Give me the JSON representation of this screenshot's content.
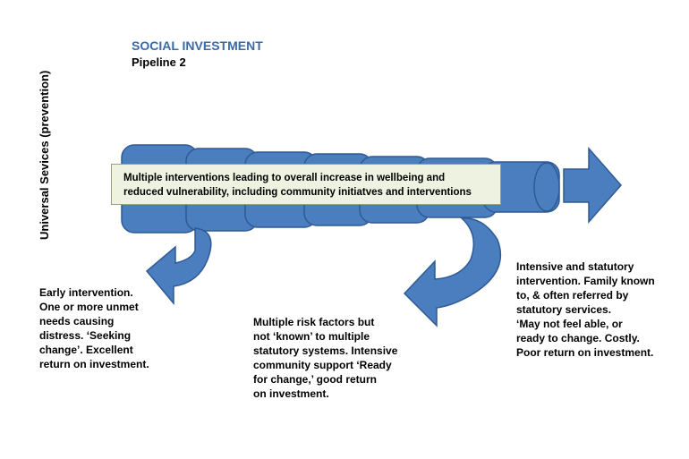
{
  "header": {
    "title": "SOCIAL INVESTMENT",
    "subtitle": "Pipeline 2"
  },
  "side_label": "Universal Sevices (prevention)",
  "pipeline": {
    "callout_lines": [
      "Multiple interventions leading to overall increase in wellbeing and",
      "reduced vulnerability, including community initiatves and interventions"
    ]
  },
  "notes": {
    "early": [
      "Early intervention.",
      "One or more unmet",
      "needs causing",
      "distress. ‘Seeking",
      "change’. Excellent",
      "return on investment."
    ],
    "risk": [
      "Multiple risk factors but",
      "not ‘known’ to multiple",
      "statutory systems. Intensive",
      "community support ‘Ready",
      "for change,’ good return",
      "on investment."
    ],
    "intensive": [
      "Intensive and statutory",
      "intervention. Family known",
      "to, & often referred by",
      "statutory services.",
      "‘May not feel able, or",
      "ready to change. Costly.",
      "Poor return on investment."
    ]
  },
  "colors": {
    "pipe_fill": "#4a7ebf",
    "pipe_stroke": "#2f5a94",
    "title_color": "#3b6aa8",
    "callout_fill": "#eef2e0"
  }
}
